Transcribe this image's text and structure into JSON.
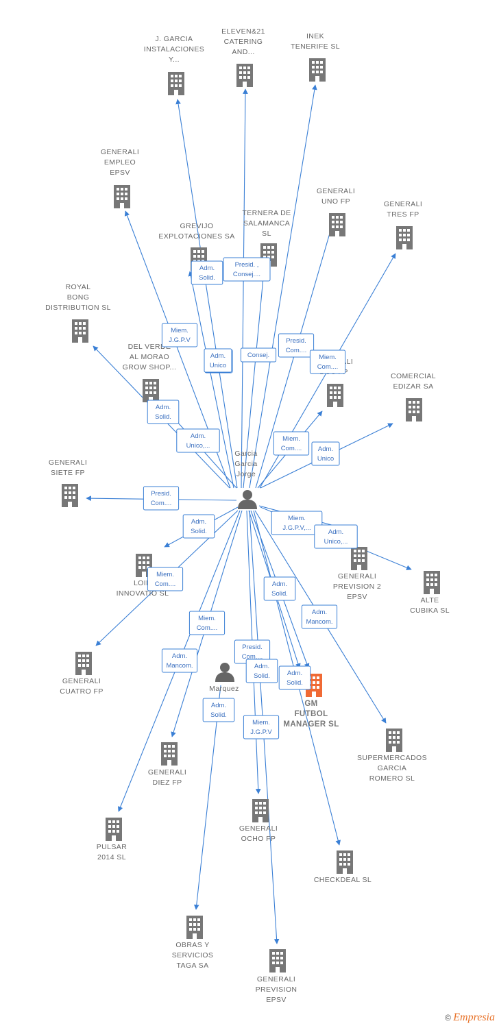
{
  "colors": {
    "edge": "#3a7fd5",
    "building": "#777777",
    "highlight": "#f06a35",
    "person": "#666666"
  },
  "persons": [
    {
      "id": "garcia",
      "lines": [
        "Garcia",
        "Garcia",
        "Jorge"
      ]
    },
    {
      "id": "marquez",
      "lines": [
        "Marquez",
        ""
      ]
    }
  ],
  "companies": [
    {
      "id": "jgarcia",
      "lines": [
        "J.  GARCIA",
        "INSTALACIONES",
        "Y..."
      ]
    },
    {
      "id": "eleven",
      "lines": [
        "ELEVEN&21",
        "CATERING",
        "AND..."
      ]
    },
    {
      "id": "inek",
      "lines": [
        "INEK",
        "TENERIFE  SL"
      ]
    },
    {
      "id": "empleo",
      "lines": [
        "GENERALI",
        "EMPLEO",
        "EPSV"
      ]
    },
    {
      "id": "grevijo",
      "lines": [
        "GREVIJO",
        "EXPLOTACIONES SA"
      ]
    },
    {
      "id": "ternera",
      "lines": [
        "TERNERA DE",
        "SALAMANCA",
        "SL"
      ]
    },
    {
      "id": "uno",
      "lines": [
        "GENERALI",
        "UNO FP"
      ]
    },
    {
      "id": "tres",
      "lines": [
        "GENERALI",
        "TRES FP"
      ]
    },
    {
      "id": "royal",
      "lines": [
        "ROYAL",
        "BONG",
        "DISTRIBUTION SL"
      ]
    },
    {
      "id": "delverde",
      "lines": [
        "DEL VERDE",
        "AL MORAO",
        "GROW SHOP..."
      ]
    },
    {
      "id": "dos",
      "lines": [
        "GENERALI",
        "DOS FP"
      ]
    },
    {
      "id": "edizar",
      "lines": [
        "COMERCIAL",
        "EDIZAR SA"
      ]
    },
    {
      "id": "siete",
      "lines": [
        "GENERALI",
        "SIETE FP"
      ]
    },
    {
      "id": "loin",
      "lines": [
        "LOIN",
        "INNOVATIO SL"
      ]
    },
    {
      "id": "prev2",
      "lines": [
        "GENERALI",
        "PREVISION 2",
        "EPSV"
      ]
    },
    {
      "id": "alte",
      "lines": [
        "ALTE",
        "CUBIKA SL"
      ]
    },
    {
      "id": "cuatro",
      "lines": [
        "GENERALI",
        "CUATRO FP"
      ]
    },
    {
      "id": "gm",
      "lines": [
        "GM",
        "FUTBOL",
        "MANAGER  SL"
      ]
    },
    {
      "id": "super",
      "lines": [
        "SUPERMERCADOS",
        "GARCIA",
        "ROMERO SL"
      ]
    },
    {
      "id": "diez",
      "lines": [
        "GENERALI",
        "DIEZ FP"
      ]
    },
    {
      "id": "pulsar",
      "lines": [
        "PULSAR",
        "2014  SL"
      ]
    },
    {
      "id": "ocho",
      "lines": [
        "GENERALI",
        "OCHO FP"
      ]
    },
    {
      "id": "checkdeal",
      "lines": [
        "CHECKDEAL  SL"
      ]
    },
    {
      "id": "obras",
      "lines": [
        "OBRAS Y",
        "SERVICIOS",
        "TAGA SA"
      ]
    },
    {
      "id": "prev",
      "lines": [
        "GENERALI",
        "PREVISION",
        "EPSV"
      ]
    }
  ],
  "edge_labels": [
    {
      "id": "jgarcia",
      "lines": [
        "Miem.",
        "J.G.P.V"
      ]
    },
    {
      "id": "eleven",
      "lines": [
        "Adm.",
        "Unico"
      ]
    },
    {
      "id": "inek",
      "lines": [
        "Consej."
      ]
    },
    {
      "id": "empleo",
      "lines": [
        "Adm.",
        "Unico"
      ]
    },
    {
      "id": "ternera",
      "lines": [
        "Presid. ,",
        "Consej...."
      ]
    },
    {
      "id": "uno",
      "lines": [
        "Presid.",
        "Com...."
      ]
    },
    {
      "id": "tres",
      "lines": [
        "Miem.",
        "Com...."
      ]
    },
    {
      "id": "royal",
      "lines": [
        "Adm.",
        "Solid."
      ]
    },
    {
      "id": "grevijo",
      "lines": [
        "Adm.",
        "Solid."
      ]
    },
    {
      "id": "delverde",
      "lines": [
        "Adm.",
        "Unico,..."
      ]
    },
    {
      "id": "dos",
      "lines": [
        "Miem.",
        "Com...."
      ]
    },
    {
      "id": "edizar",
      "lines": [
        "Adm.",
        "Unico"
      ]
    },
    {
      "id": "siete",
      "lines": [
        "Presid.",
        "Com...."
      ]
    },
    {
      "id": "loin",
      "lines": [
        "Adm.",
        "Solid."
      ]
    },
    {
      "id": "prev2",
      "lines": [
        "Miem.",
        "J.G.P.V,..."
      ]
    },
    {
      "id": "alte",
      "lines": [
        "Adm.",
        "Unico,..."
      ]
    },
    {
      "id": "cuatro",
      "lines": [
        "Miem.",
        "Com...."
      ]
    },
    {
      "id": "gm",
      "lines": [
        "Adm.",
        "Solid."
      ]
    },
    {
      "id": "super",
      "lines": [
        "Adm.",
        "Mancom."
      ]
    },
    {
      "id": "diez",
      "lines": [
        "Miem.",
        "Com...."
      ]
    },
    {
      "id": "pulsar",
      "lines": [
        "Adm.",
        "Mancom."
      ]
    },
    {
      "id": "ocho",
      "lines": [
        "Presid.",
        "Com...."
      ]
    },
    {
      "id": "checkdeal",
      "lines": [
        "Adm.",
        "Solid."
      ]
    },
    {
      "id": "gm2",
      "lines": [
        "Adm.",
        "Solid."
      ]
    },
    {
      "id": "obras",
      "lines": [
        "Adm.",
        "Solid."
      ]
    },
    {
      "id": "prev",
      "lines": [
        "Miem.",
        "J.G.P.V"
      ]
    }
  ],
  "footer": {
    "copyright": "©",
    "brand": "Empresia"
  }
}
